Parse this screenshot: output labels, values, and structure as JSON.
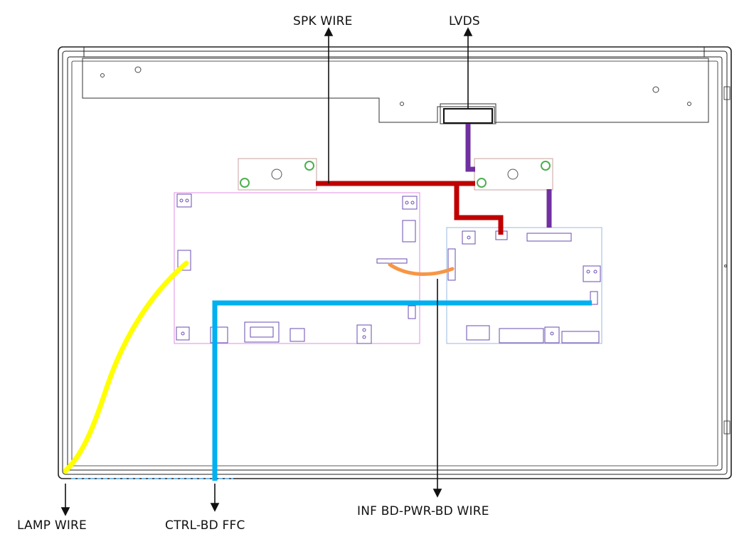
{
  "labels": {
    "spk_wire": "SPK WIRE",
    "lvds": "LVDS",
    "lamp_wire": "LAMP WIRE",
    "ctrl_bd_ffc": "CTRL-BD FFC",
    "inf_pwr_wire": "INF BD-PWR-BD WIRE"
  },
  "colors": {
    "outline": "#222222",
    "spk_wire": "#c00000",
    "lvds": "#7030a0",
    "lamp_wire": "#ffff00",
    "ctrl_bd_ffc": "#00b0f0",
    "inf_pwr_wire": "#f79646",
    "board_left": "#e08ee6",
    "board_right": "#9ab8e0",
    "speaker_green": "#4caf50"
  }
}
